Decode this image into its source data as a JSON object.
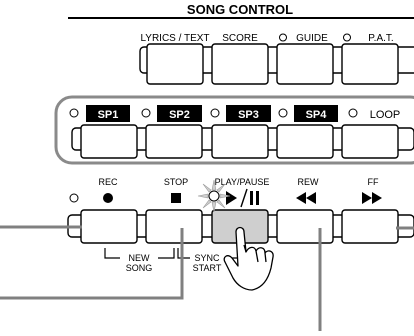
{
  "song_control": {
    "heading": "SONG CONTROL",
    "labels": {
      "lyrics_text": "LYRICS / TEXT",
      "score": "SCORE",
      "guide": "GUIDE",
      "pat": "P.A.T."
    }
  },
  "sp_row": {
    "sp1": "SP1",
    "sp2": "SP2",
    "sp3": "SP3",
    "sp4": "SP4",
    "loop": "LOOP"
  },
  "transport": {
    "rec": "REC",
    "stop": "STOP",
    "play_pause": "PLAY/PAUSE",
    "rew": "REW",
    "ff": "FF",
    "new_song_line1": "NEW",
    "new_song_line2": "SONG",
    "sync_start_line1": "SYNC",
    "sync_start_line2": "START"
  },
  "colors": {
    "line": "#000000",
    "panel_border": "#8a8a8a",
    "pressed_fill": "#cfcfcf",
    "callout": "#808080"
  }
}
